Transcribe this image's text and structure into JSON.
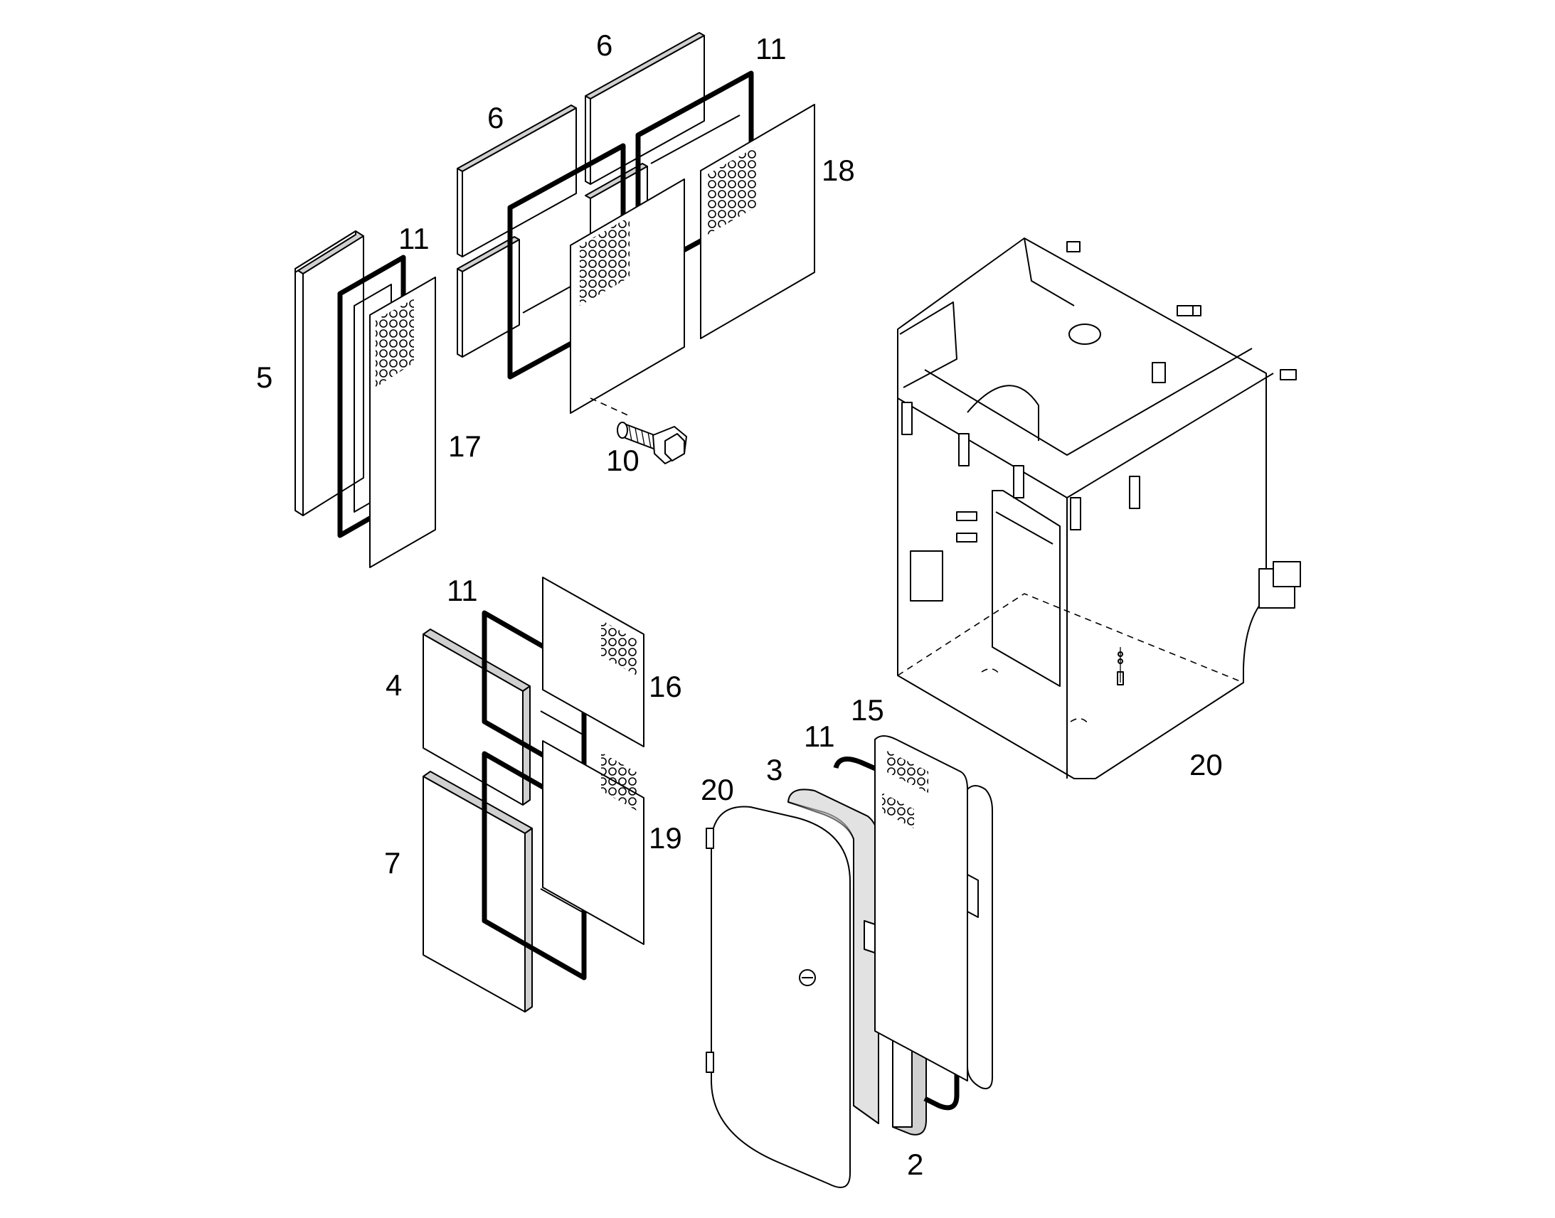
{
  "colors": {
    "line": "#000000",
    "panel": "#ffffff",
    "edge": "#d0d0d0"
  },
  "labels": {
    "l6a": "6",
    "l6b": "6",
    "l11a": "11",
    "l18": "18",
    "l11b": "11",
    "l5": "5",
    "l17": "17",
    "l10": "10",
    "l11c": "11",
    "l16": "16",
    "l4": "4",
    "l7": "7",
    "l19": "19",
    "l15": "15",
    "l11d": "11",
    "l3": "3",
    "l20a": "20",
    "l20b": "20",
    "l2": "2"
  }
}
